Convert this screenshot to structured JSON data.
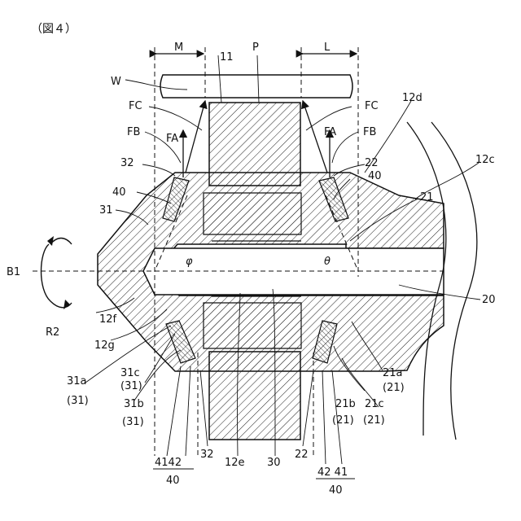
{
  "figure": {
    "title": "（図４）",
    "labels": {
      "M": "M",
      "P": "P",
      "L": "L",
      "W": "W",
      "n11": "11",
      "FC_left": "FC",
      "FC_right": "FC",
      "FB_left": "FB",
      "FB_right": "FB",
      "FA_left": "FA",
      "FA_right": "FA",
      "n12d": "12d",
      "n32_top": "32",
      "n22_top": "22",
      "n40_left": "40",
      "n40_right": "40",
      "n12c": "12c",
      "n31": "31",
      "n21": "21",
      "phi": "φ",
      "theta": "θ",
      "B1": "B1",
      "R2": "R2",
      "n20": "20",
      "n12f": "12f",
      "n12g": "12g",
      "n31c": "31c",
      "n31c_sub": "(31)",
      "n31a": "31a",
      "n31a_sub": "(31)",
      "n31b": "31b",
      "n31b_sub": "(31)",
      "n21a": "21a",
      "n21a_sub": "(21)",
      "n21b": "21b",
      "n21b_sub": "(21)",
      "n21c": "21c",
      "n21c_sub": "(21)",
      "n4142": "4142",
      "n40_bottom_left": "40",
      "n32_bottom": "32",
      "n12e": "12e",
      "n30": "30",
      "n22_bottom": "22",
      "n4241": "42 41",
      "n40_bottom_right": "40"
    }
  }
}
